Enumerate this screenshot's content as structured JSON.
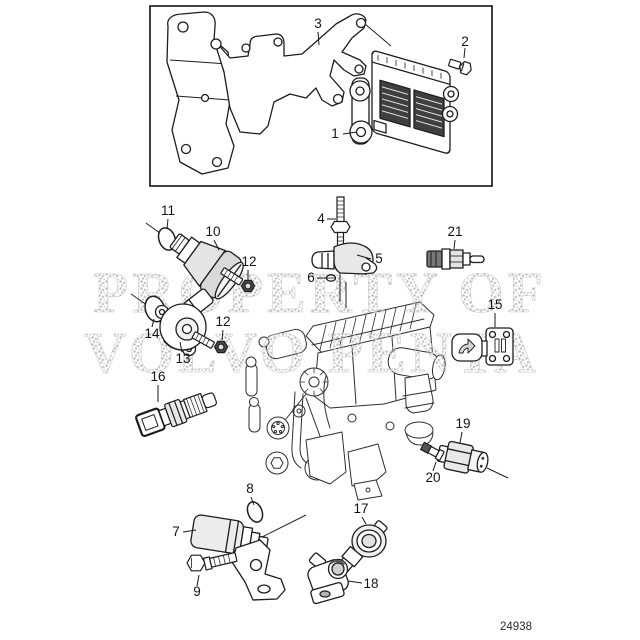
{
  "diagram": {
    "number": "24938",
    "line_color": "#1a1a1a",
    "watermark_color": "#b9b9b9",
    "background": "#ffffff"
  },
  "watermark": {
    "line1": "PROPERTY OF",
    "line2": "VOLVO PENTA"
  },
  "callouts": {
    "c1": "1",
    "c2": "2",
    "c3": "3",
    "c4": "4",
    "c5": "5",
    "c6": "6",
    "c7": "7",
    "c8": "8",
    "c9": "9",
    "c10": "10",
    "c11": "11",
    "c12a": "12",
    "c12b": "12",
    "c13": "13",
    "c14": "14",
    "c15": "15",
    "c16": "16",
    "c17": "17",
    "c18": "18",
    "c19": "19",
    "c20": "20",
    "c21": "21"
  }
}
